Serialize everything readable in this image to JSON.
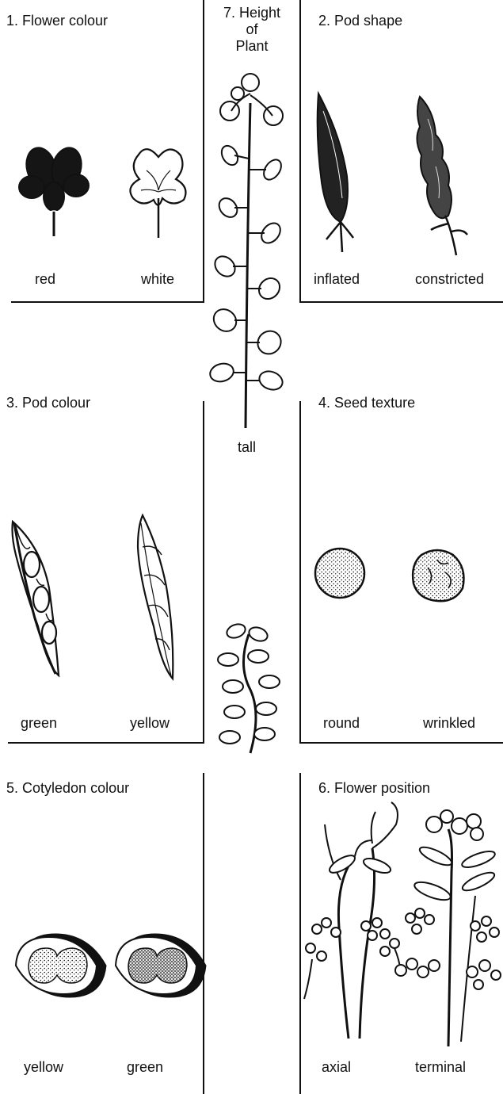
{
  "panels": {
    "flower_colour": {
      "title": "1. Flower colour",
      "left": "red",
      "right": "white"
    },
    "pod_shape": {
      "title": "2. Pod shape",
      "left": "inflated",
      "right": "constricted"
    },
    "pod_colour": {
      "title": "3. Pod colour",
      "left": "green",
      "right": "yellow"
    },
    "seed_texture": {
      "title": "4. Seed texture",
      "left": "round",
      "right": "wrinkled"
    },
    "cotyledon_colour": {
      "title": "5. Cotyledon colour",
      "left": "yellow",
      "right": "green"
    },
    "flower_position": {
      "title": "6. Flower position",
      "left": "axial",
      "right": "terminal"
    },
    "height": {
      "title_line1": "7. Height",
      "title_line2": "of",
      "title_line3": "Plant",
      "tall_label": "tall"
    }
  }
}
